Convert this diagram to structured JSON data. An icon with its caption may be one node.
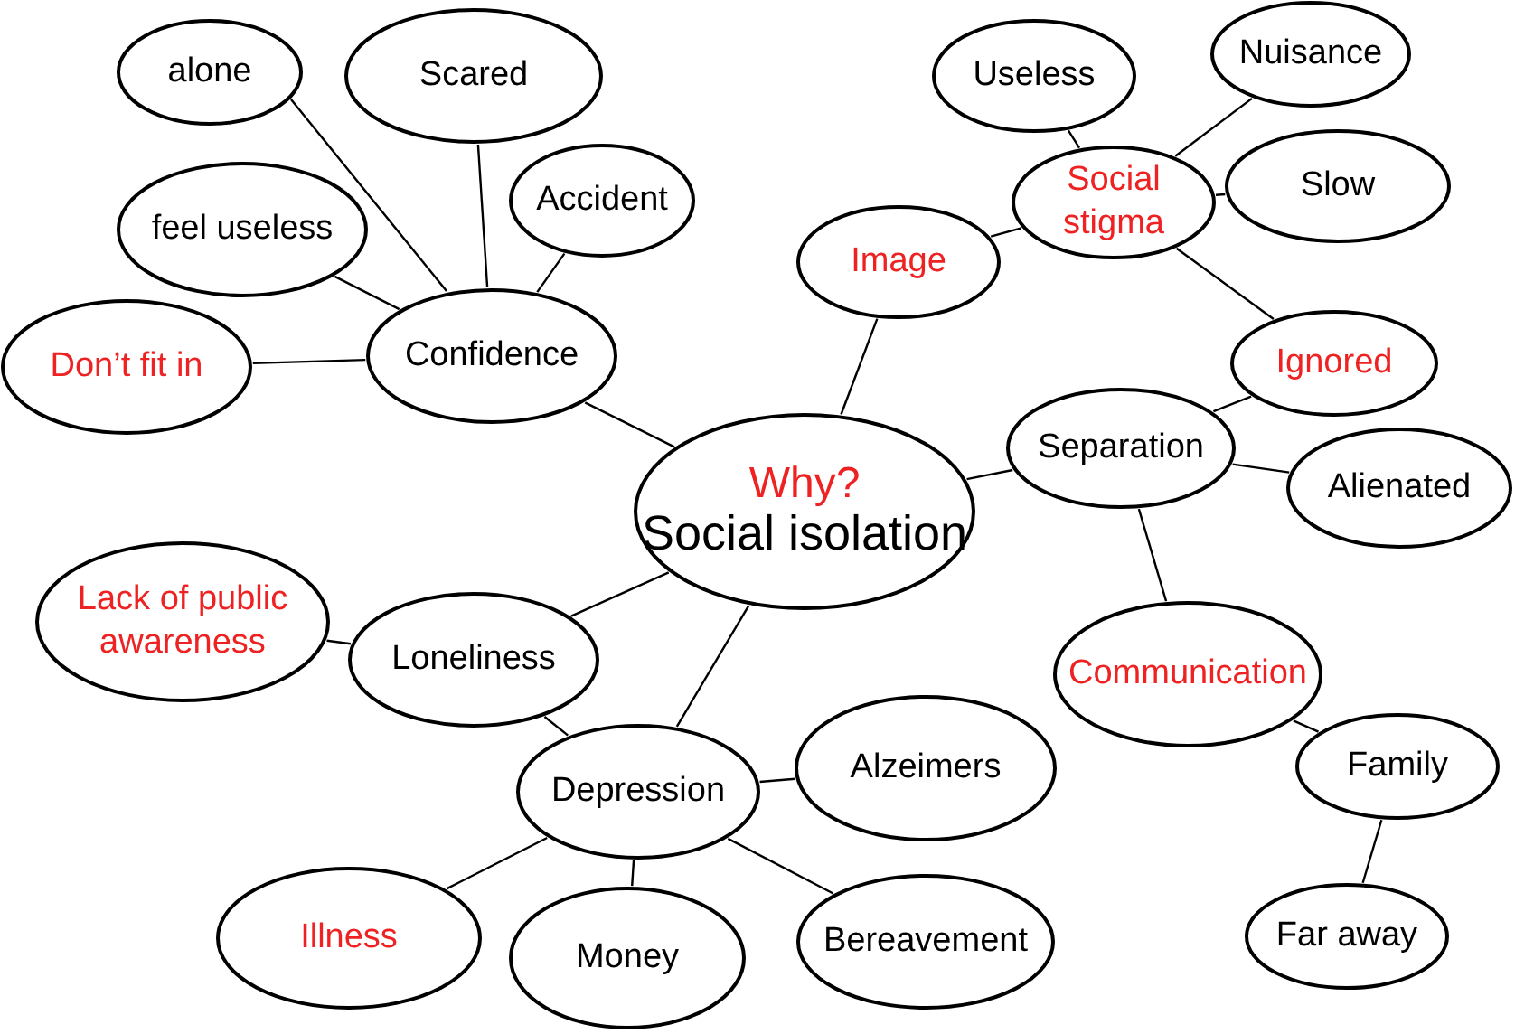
{
  "diagram": {
    "nodes": [
      {
        "text": [
          "Why?",
          "Social isolation"
        ]
      },
      {
        "text": [
          "Confidence"
        ]
      },
      {
        "text": [
          "alone"
        ]
      },
      {
        "text": [
          "Scared"
        ]
      },
      {
        "text": [
          "Accident"
        ]
      },
      {
        "text": [
          "feel useless"
        ]
      },
      {
        "text": [
          "Don’t fit in"
        ]
      },
      {
        "text": [
          "Image"
        ]
      },
      {
        "text": [
          "Useless"
        ]
      },
      {
        "text": [
          "Social stigma"
        ]
      },
      {
        "text": [
          "Nuisance"
        ]
      },
      {
        "text": [
          "Slow"
        ]
      },
      {
        "text": [
          "Ignored"
        ]
      },
      {
        "text": [
          "Separation"
        ]
      },
      {
        "text": [
          "Alienated"
        ]
      },
      {
        "text": [
          "Lack of public awareness"
        ]
      },
      {
        "text": [
          "Loneliness"
        ]
      },
      {
        "text": [
          "Communication"
        ]
      },
      {
        "text": [
          "Family"
        ]
      },
      {
        "text": [
          "Depression"
        ]
      },
      {
        "text": [
          "Alzeimers"
        ]
      },
      {
        "text": [
          "Illness"
        ]
      },
      {
        "text": [
          "Money"
        ]
      },
      {
        "text": [
          "Bereavement"
        ]
      },
      {
        "text": [
          "Far away"
        ]
      }
    ],
    "edges": [
      {
        "from": 0,
        "to": 1,
        "arrow": "none"
      },
      {
        "from": 1,
        "to": 2,
        "arrow": "none"
      },
      {
        "from": 1,
        "to": 3,
        "arrow": "none"
      },
      {
        "from": 1,
        "to": 4,
        "arrow": "none"
      },
      {
        "from": 1,
        "to": 5,
        "arrow": "none"
      },
      {
        "from": 1,
        "to": 6,
        "arrow": "none"
      },
      {
        "from": 0,
        "to": 7,
        "arrow": "none"
      },
      {
        "from": 7,
        "to": 9,
        "arrow": "none"
      },
      {
        "from": 9,
        "to": 8,
        "arrow": "none"
      },
      {
        "from": 9,
        "to": 10,
        "arrow": "none"
      },
      {
        "from": 9,
        "to": 11,
        "arrow": "none"
      },
      {
        "from": 9,
        "to": 12,
        "arrow": "none"
      },
      {
        "from": 12,
        "to": 13,
        "arrow": "none"
      },
      {
        "from": 0,
        "to": 13,
        "arrow": "none"
      },
      {
        "from": 13,
        "to": 14,
        "arrow": "none"
      },
      {
        "from": 13,
        "to": 17,
        "arrow": "none"
      },
      {
        "from": 17,
        "to": 18,
        "arrow": "none"
      },
      {
        "from": 18,
        "to": 24,
        "arrow": "none"
      },
      {
        "from": 0,
        "to": 16,
        "arrow": "none"
      },
      {
        "from": 16,
        "to": 15,
        "arrow": "none"
      },
      {
        "from": 16,
        "to": 19,
        "arrow": "none"
      },
      {
        "from": 0,
        "to": 19,
        "arrow": "none"
      },
      {
        "from": 19,
        "to": 20,
        "arrow": "none"
      },
      {
        "from": 19,
        "to": 21,
        "arrow": "none"
      },
      {
        "from": 19,
        "to": 22,
        "arrow": "none"
      },
      {
        "from": 19,
        "to": 23,
        "arrow": "none"
      }
    ]
  }
}
